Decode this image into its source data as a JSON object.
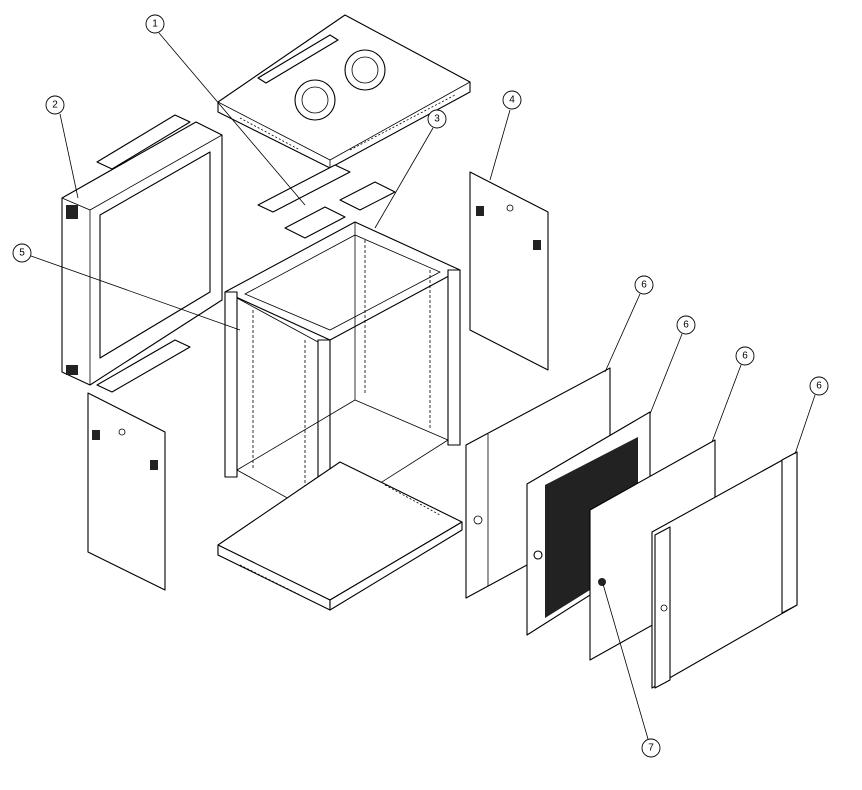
{
  "diagram": {
    "type": "exploded-assembly",
    "callouts": [
      {
        "id": "c1",
        "label": "1"
      },
      {
        "id": "c2",
        "label": "2"
      },
      {
        "id": "c3",
        "label": "3"
      },
      {
        "id": "c4",
        "label": "4"
      },
      {
        "id": "c5",
        "label": "5"
      },
      {
        "id": "c6a",
        "label": "6"
      },
      {
        "id": "c6b",
        "label": "6"
      },
      {
        "id": "c6c",
        "label": "6"
      },
      {
        "id": "c6d",
        "label": "6"
      },
      {
        "id": "c7",
        "label": "7"
      }
    ]
  }
}
